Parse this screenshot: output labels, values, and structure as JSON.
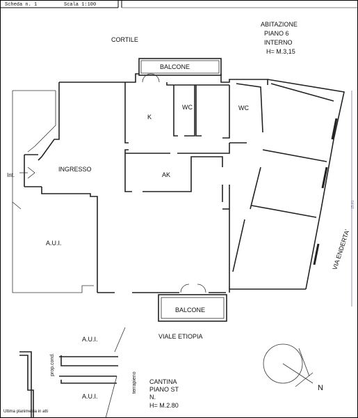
{
  "header": {
    "scheda": "Scheda n. 1",
    "scala": "Scala 1:100"
  },
  "info": {
    "abitazione": "ABITAZIONE",
    "piano": "PIANO 6",
    "interno": "INTERNO",
    "altezza": "H= M.3,15"
  },
  "labels": {
    "cortile": "CORTILE",
    "balcone_top": "BALCONE",
    "k": "K",
    "wc1": "WC",
    "wc2": "WC",
    "ingresso": "INGRESSO",
    "ak": "AK",
    "aui_left": "A.U.I.",
    "balcone_bottom": "BALCONE",
    "viale": "VIALE ETIOPIA",
    "via": "VIA ENDERTA'",
    "int": "Int."
  },
  "cantina": {
    "aui_top": "A.U.I.",
    "aui_bottom": "A.U.I.",
    "prop_cond": "prop.cond.",
    "terrapieno": "terrapieno",
    "title": "CANTINA",
    "piano": "PIANO ST",
    "n": "N.",
    "altezza": "H= M.2.80"
  },
  "compass": {
    "north": "N"
  },
  "footer": {
    "note": "Ultima planimetria in atti"
  }
}
